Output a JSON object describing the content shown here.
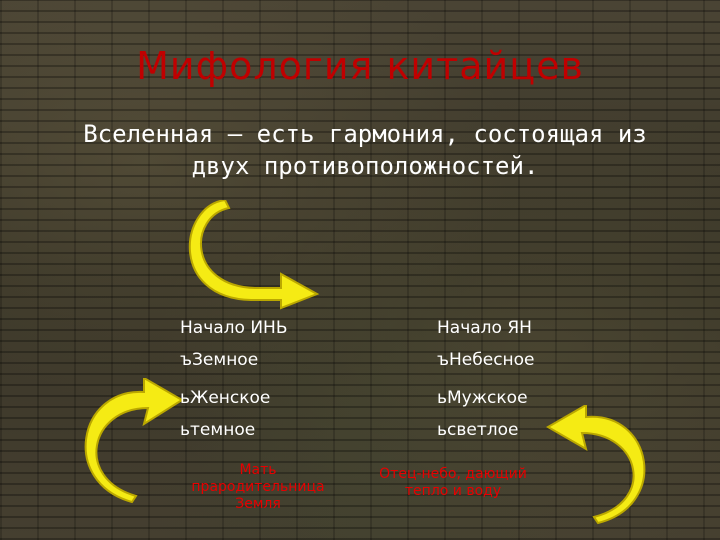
{
  "slide": {
    "title": "Мифология китайцев",
    "subtitle": "Вселенная – есть гармония, состоящая из двух противоположностей.",
    "left_column": [
      "Начало ИНЬ",
      "ъЗемное",
      "ьЖенское",
      "ьтемное"
    ],
    "right_column": [
      "Начало ЯН",
      "ъНебесное",
      "ьМужское",
      "ьсветлое"
    ],
    "left_note": "Мать прародительница Земля",
    "right_note": "Отец-небо, дающий тепло и воду"
  },
  "colors": {
    "title": "#c00000",
    "note": "#e60000",
    "arrow_fill": "#f5eb14",
    "arrow_stroke": "#bba800",
    "text": "#ffffff"
  },
  "icons": [
    "curved-arrow-top-icon",
    "curved-arrow-left-icon",
    "curved-arrow-right-icon"
  ]
}
